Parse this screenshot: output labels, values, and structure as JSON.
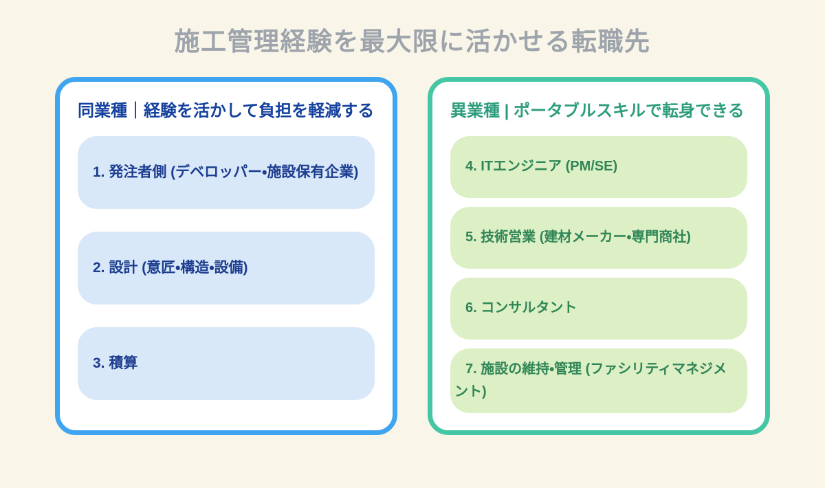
{
  "page": {
    "title": "施工管理経験を最大限に活かせる転職先"
  },
  "left_panel": {
    "header": "同業種｜経験を活かして負担を軽減する",
    "items": [
      {
        "label": "1. 発注者側 (デベロッパー・施設保有企業)"
      },
      {
        "label": "2. 設計 (意匠・構造・設備)"
      },
      {
        "label": "3. 積算"
      }
    ]
  },
  "right_panel": {
    "header": "異業種 | ポータブルスキルで転身できる",
    "items": [
      {
        "label": "4. ITエンジニア (PM/SE)"
      },
      {
        "label": "5. 技術営業 (建材メーカー・専門商社)"
      },
      {
        "label": "6. コンサルタント"
      },
      {
        "label": "7. 施設の維持・管理 (ファシリティマネジメント)"
      }
    ]
  },
  "theme": {
    "--bg": "#FAF5E9",
    "--title-color": "#9DA4AB",
    "--blue-border": "#3FA5F0",
    "--blue-header": "#14419E",
    "--blue-item-bg": "#D9E8F9",
    "--blue-item-text": "#1C3D8F",
    "--green-border": "#45C7A5",
    "--green-header": "#2E9D7E",
    "--green-item-bg": "#DCEFC5",
    "--green-item-text": "#2F8556"
  }
}
